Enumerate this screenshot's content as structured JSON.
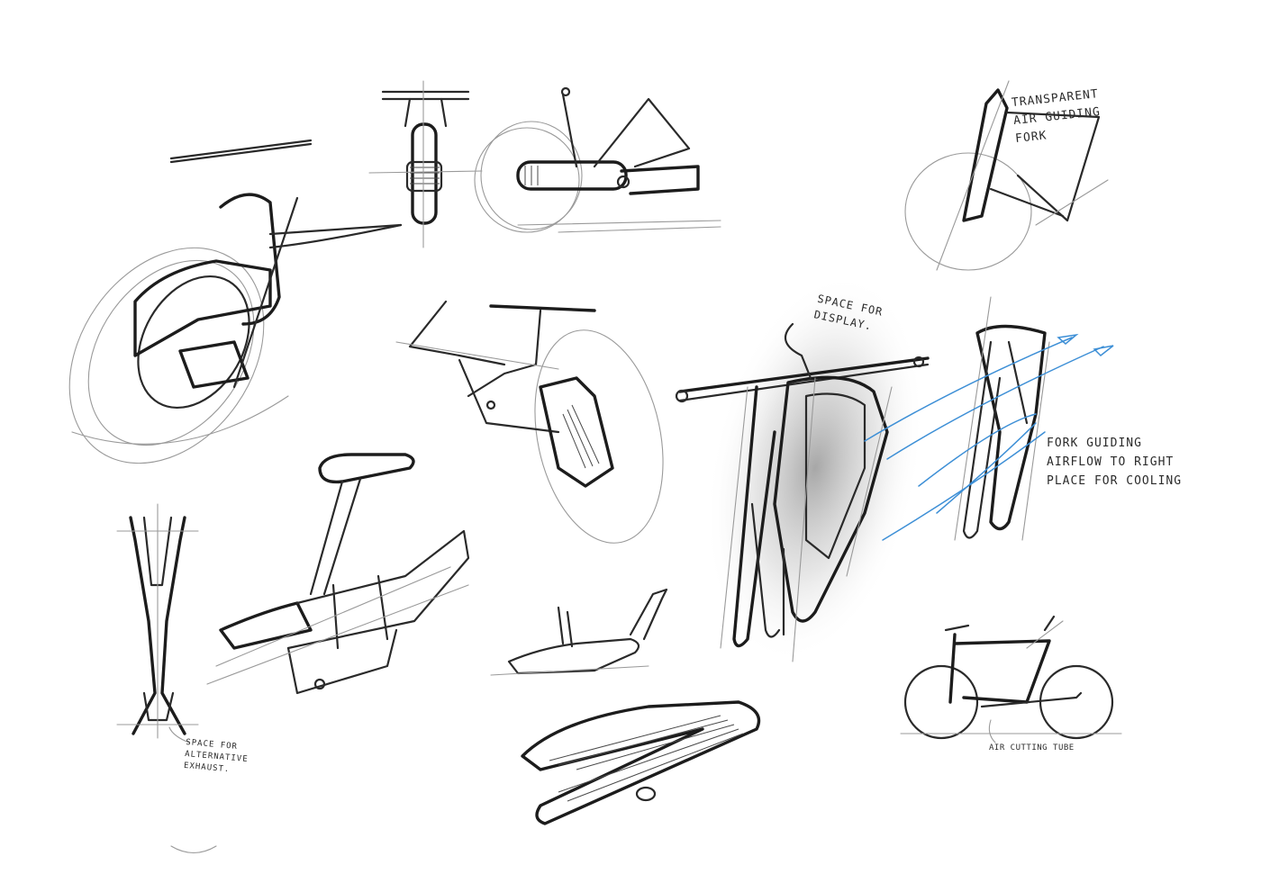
{
  "annotations": {
    "transparent_fork": [
      "TRANSPARENT",
      "AIR GUIDING",
      "FORK"
    ],
    "space_for_display": [
      "SPACE FOR",
      "DISPLAY."
    ],
    "fork_guiding": [
      "FORK GUIDING",
      "AIRFLOW TO RIGHT",
      "PLACE FOR COOLING"
    ],
    "space_for_exhaust": [
      "SPACE FOR",
      "ALTERNATIVE",
      "EXHAUST."
    ],
    "air_cutting_tube": "AIR CUTTING TUBE"
  },
  "colors": {
    "ink": "#2a2a2a",
    "airflow": "#3d8fd6",
    "paper": "#ffffff"
  }
}
